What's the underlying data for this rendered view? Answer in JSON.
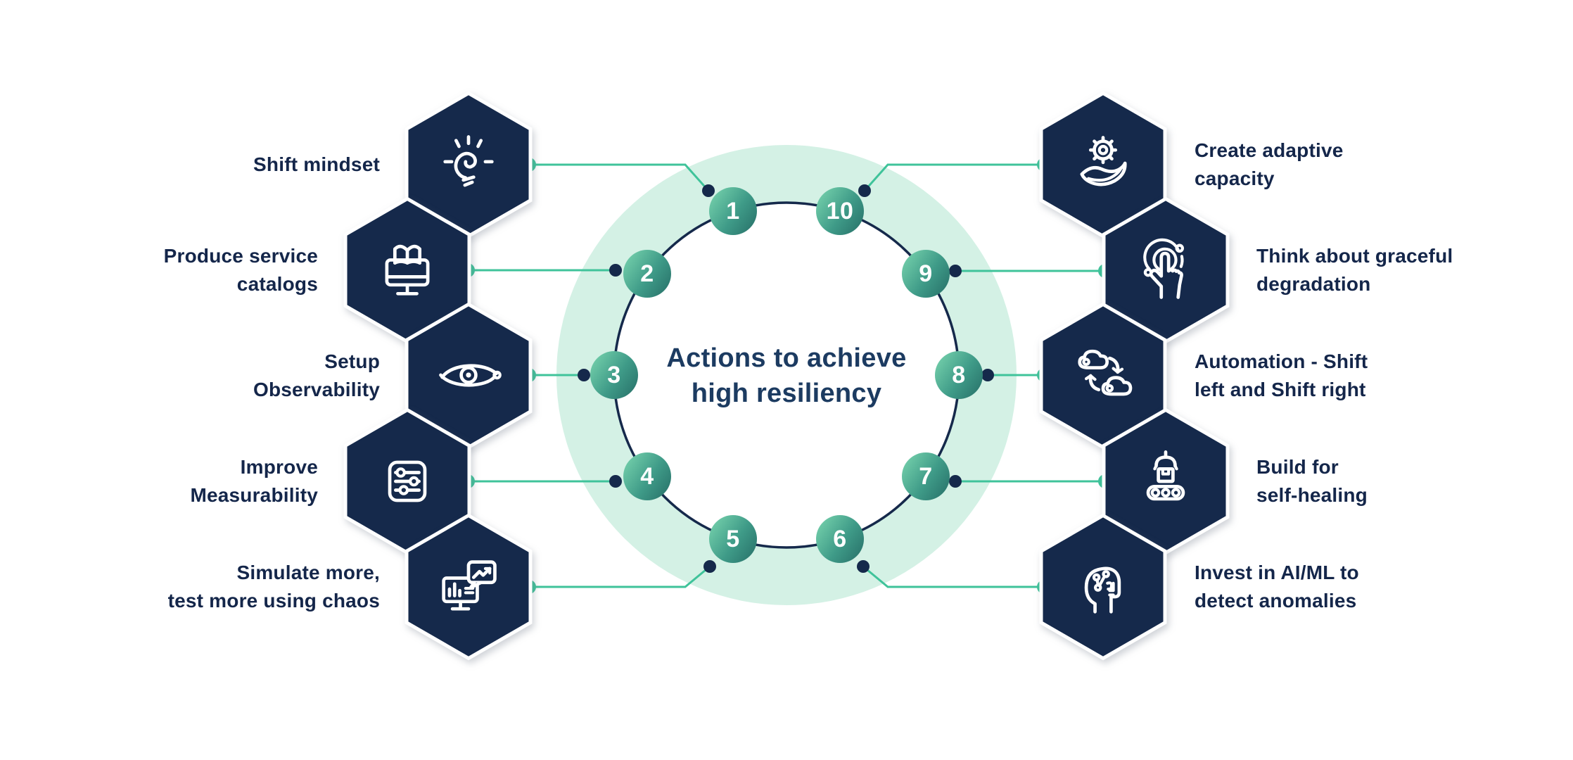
{
  "title": {
    "line1": "Actions to achieve",
    "line2": "high resiliency"
  },
  "steps": [
    {
      "number": "1",
      "lines": [
        "Shift mindset",
        ""
      ],
      "icon": "lightbulb-doodle",
      "side": "left"
    },
    {
      "number": "2",
      "lines": [
        "Produce service",
        "catalogs"
      ],
      "icon": "book-on-monitor",
      "side": "left"
    },
    {
      "number": "3",
      "lines": [
        "Setup",
        "Observability"
      ],
      "icon": "eye",
      "side": "left"
    },
    {
      "number": "4",
      "lines": [
        "Improve",
        "Measurability"
      ],
      "icon": "sliders",
      "side": "left"
    },
    {
      "number": "5",
      "lines": [
        "Simulate more,",
        "test more using chaos"
      ],
      "icon": "monitor-chart-bubble",
      "side": "left"
    },
    {
      "number": "6",
      "lines": [
        "Invest in AI/ML to",
        "detect anomalies"
      ],
      "icon": "ai-head",
      "side": "right"
    },
    {
      "number": "7",
      "lines": [
        "Build for",
        "self-healing"
      ],
      "icon": "conveyor-claw",
      "side": "right"
    },
    {
      "number": "8",
      "lines": [
        "Automation - Shift",
        "left and Shift right"
      ],
      "icon": "clouds-sync",
      "side": "right"
    },
    {
      "number": "9",
      "lines": [
        "Think about graceful",
        "degradation"
      ],
      "icon": "touch-gesture",
      "side": "right"
    },
    {
      "number": "10",
      "lines": [
        "Create adaptive",
        "capacity"
      ],
      "icon": "gear-hand",
      "side": "right"
    }
  ],
  "colors": {
    "hexagon_navy": "#15294b",
    "mint_ring": "#d4f1e5",
    "connector_green": "#3fc39a",
    "circle_gradient_start": "#7bd7b0",
    "circle_gradient_end": "#266e67",
    "title_navy": "#1c3b61",
    "label_navy": "#14264a"
  }
}
